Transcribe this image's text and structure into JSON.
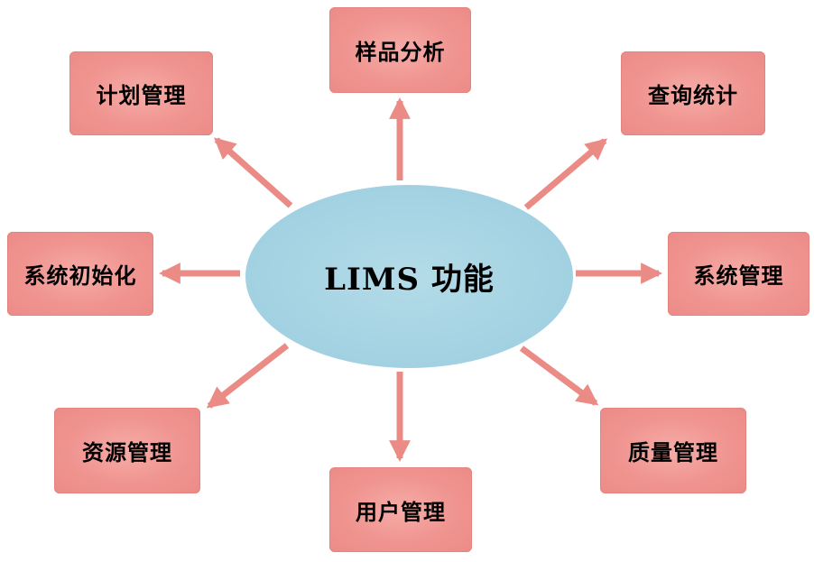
{
  "diagram": {
    "center": {
      "label": "LIMS 功能"
    },
    "nodes": [
      {
        "id": "sample-analysis",
        "label": "样品分析",
        "position": "top"
      },
      {
        "id": "plan-management",
        "label": "计划管理",
        "position": "top-left"
      },
      {
        "id": "query-statistics",
        "label": "查询统计",
        "position": "top-right"
      },
      {
        "id": "system-initialization",
        "label": "系统初始化",
        "position": "left"
      },
      {
        "id": "system-management",
        "label": "系统管理",
        "position": "right"
      },
      {
        "id": "resource-management",
        "label": "资源管理",
        "position": "bottom-left"
      },
      {
        "id": "quality-management",
        "label": "质量管理",
        "position": "bottom-right"
      },
      {
        "id": "user-management",
        "label": "用户管理",
        "position": "bottom"
      }
    ],
    "colors": {
      "node_fill": "#f09490",
      "node_fill_light": "#f6aca7",
      "center_fill": "#a3d2e2",
      "arrow": "#ea8b86",
      "text": "#000000",
      "background": "#ffffff"
    }
  }
}
